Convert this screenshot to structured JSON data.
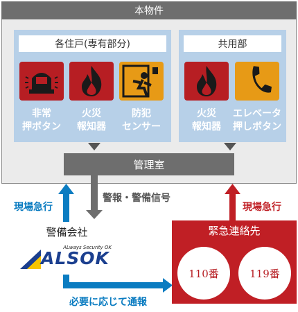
{
  "title": "本物件",
  "units": {
    "label": "各住戸(専有部分)",
    "items": [
      {
        "label": "非常\n押ボタン",
        "icon": "alarm-button-icon"
      },
      {
        "label": "火災\n報知器",
        "icon": "fire-icon"
      },
      {
        "label": "防犯\nセンサー",
        "icon": "intruder-sensor-icon"
      }
    ]
  },
  "common": {
    "label": "共用部",
    "items": [
      {
        "label": "火災\n報知器",
        "icon": "fire-icon"
      },
      {
        "label": "エレベータ\n押しボタン",
        "icon": "telephone-icon"
      }
    ]
  },
  "management": "管理室",
  "signal_label": "警報・警備信号",
  "dispatch_left": "現場急行",
  "dispatch_right": "現場急行",
  "security_company": {
    "name": "警備会社",
    "logo_tagline": "ALways Security OK",
    "logo_text": "ALSOK"
  },
  "emergency": {
    "label": "緊急連絡先",
    "numbers": [
      "110番",
      "119番"
    ]
  },
  "report_label": "必要に応じて通報",
  "colors": {
    "red": "#c01f25",
    "blue": "#0b7cc1",
    "gray": "#6e6e6e",
    "panel": "#b7d0e8",
    "orange": "#e79a16"
  }
}
